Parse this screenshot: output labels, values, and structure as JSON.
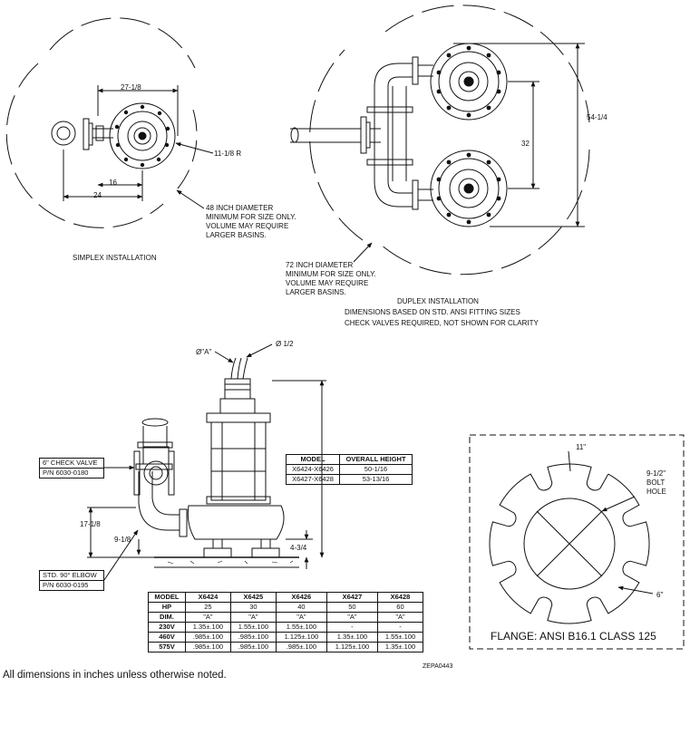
{
  "simplex": {
    "dims": {
      "top": "27-1/8",
      "radius": "11-1/8 R",
      "d16": "16",
      "d24": "24"
    },
    "basin_note": [
      "48 INCH DIAMETER",
      "MINIMUM FOR SIZE ONLY.",
      "VOLUME MAY REQUIRE",
      "LARGER BASINS."
    ],
    "title": "SIMPLEX INSTALLATION"
  },
  "duplex": {
    "dims": {
      "height": "54-1/4",
      "center": "32"
    },
    "basin_note": [
      "72 INCH DIAMETER",
      "MINIMUM FOR SIZE ONLY.",
      "VOLUME MAY REQUIRE",
      "LARGER BASINS."
    ],
    "title_lines": [
      "DUPLEX INSTALLATION",
      "DIMENSIONS BASED ON STD. ANSI FITTING SIZES",
      "CHECK VALVES REQUIRED, NOT SHOWN FOR CLARITY"
    ]
  },
  "elevation": {
    "dim_a": "Ø\"A\"",
    "dim_half": "Ø 1/2",
    "d17": "17-1/8",
    "d9": "9-1/8",
    "d4": "4-3/4",
    "check_valve": [
      "6\" CHECK VALVE",
      "P/N 6030-0180"
    ],
    "elbow": [
      "STD. 90° ELBOW",
      "P/N 6030-0195"
    ]
  },
  "height_table": {
    "headers": [
      "MODEL",
      "OVERALL HEIGHT"
    ],
    "rows": [
      [
        "X6424-X6426",
        "50-1/16"
      ],
      [
        "X6427-X6428",
        "53-13/16"
      ]
    ]
  },
  "spec_table": {
    "rows": [
      [
        "MODEL",
        "X6424",
        "X6425",
        "X6426",
        "X6427",
        "X6428"
      ],
      [
        "HP",
        "25",
        "30",
        "40",
        "50",
        "60"
      ],
      [
        "DIM.",
        "\"A\"",
        "\"A\"",
        "\"A\"",
        "\"A\"",
        "\"A\""
      ],
      [
        "230V",
        "1.35±.100",
        "1.55±.100",
        "1.55±.100",
        "-",
        "-"
      ],
      [
        "460V",
        ".985±.100",
        ".985±.100",
        "1.125±.100",
        "1.35±.100",
        "1.55±.100"
      ],
      [
        "575V",
        ".985±.100",
        ".985±.100",
        ".985±.100",
        "1.125±.100",
        "1.35±.100"
      ]
    ]
  },
  "flange": {
    "title": "FLANGE: ANSI B16.1 CLASS 125",
    "d11": "11\"",
    "bolt": [
      "9-1/2\"",
      "BOLT",
      "HOLE"
    ],
    "d6": "6\""
  },
  "drawing_code": "ZEPA0443",
  "footnote": "All dimensions in inches unless otherwise noted."
}
